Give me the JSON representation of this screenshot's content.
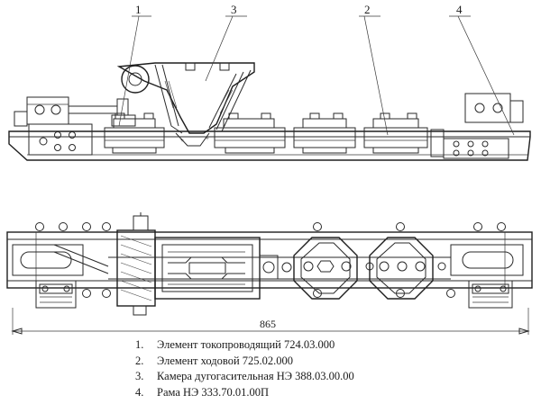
{
  "callouts": [
    "1",
    "3",
    "2",
    "4"
  ],
  "dimension": "865",
  "legend": [
    {
      "num": "1.",
      "text": "Элемент токопроводящий   724.03.000"
    },
    {
      "num": "2.",
      "text": "Элемент ходовой   725.02.000"
    },
    {
      "num": "3.",
      "text": "Камера дугогасительная  НЭ 388.03.00.00"
    },
    {
      "num": "4.",
      "text": "Рама   НЭ 333.70.01.00П"
    }
  ],
  "colors": {
    "ink": "#2a2a2a",
    "paper": "#ffffff"
  }
}
